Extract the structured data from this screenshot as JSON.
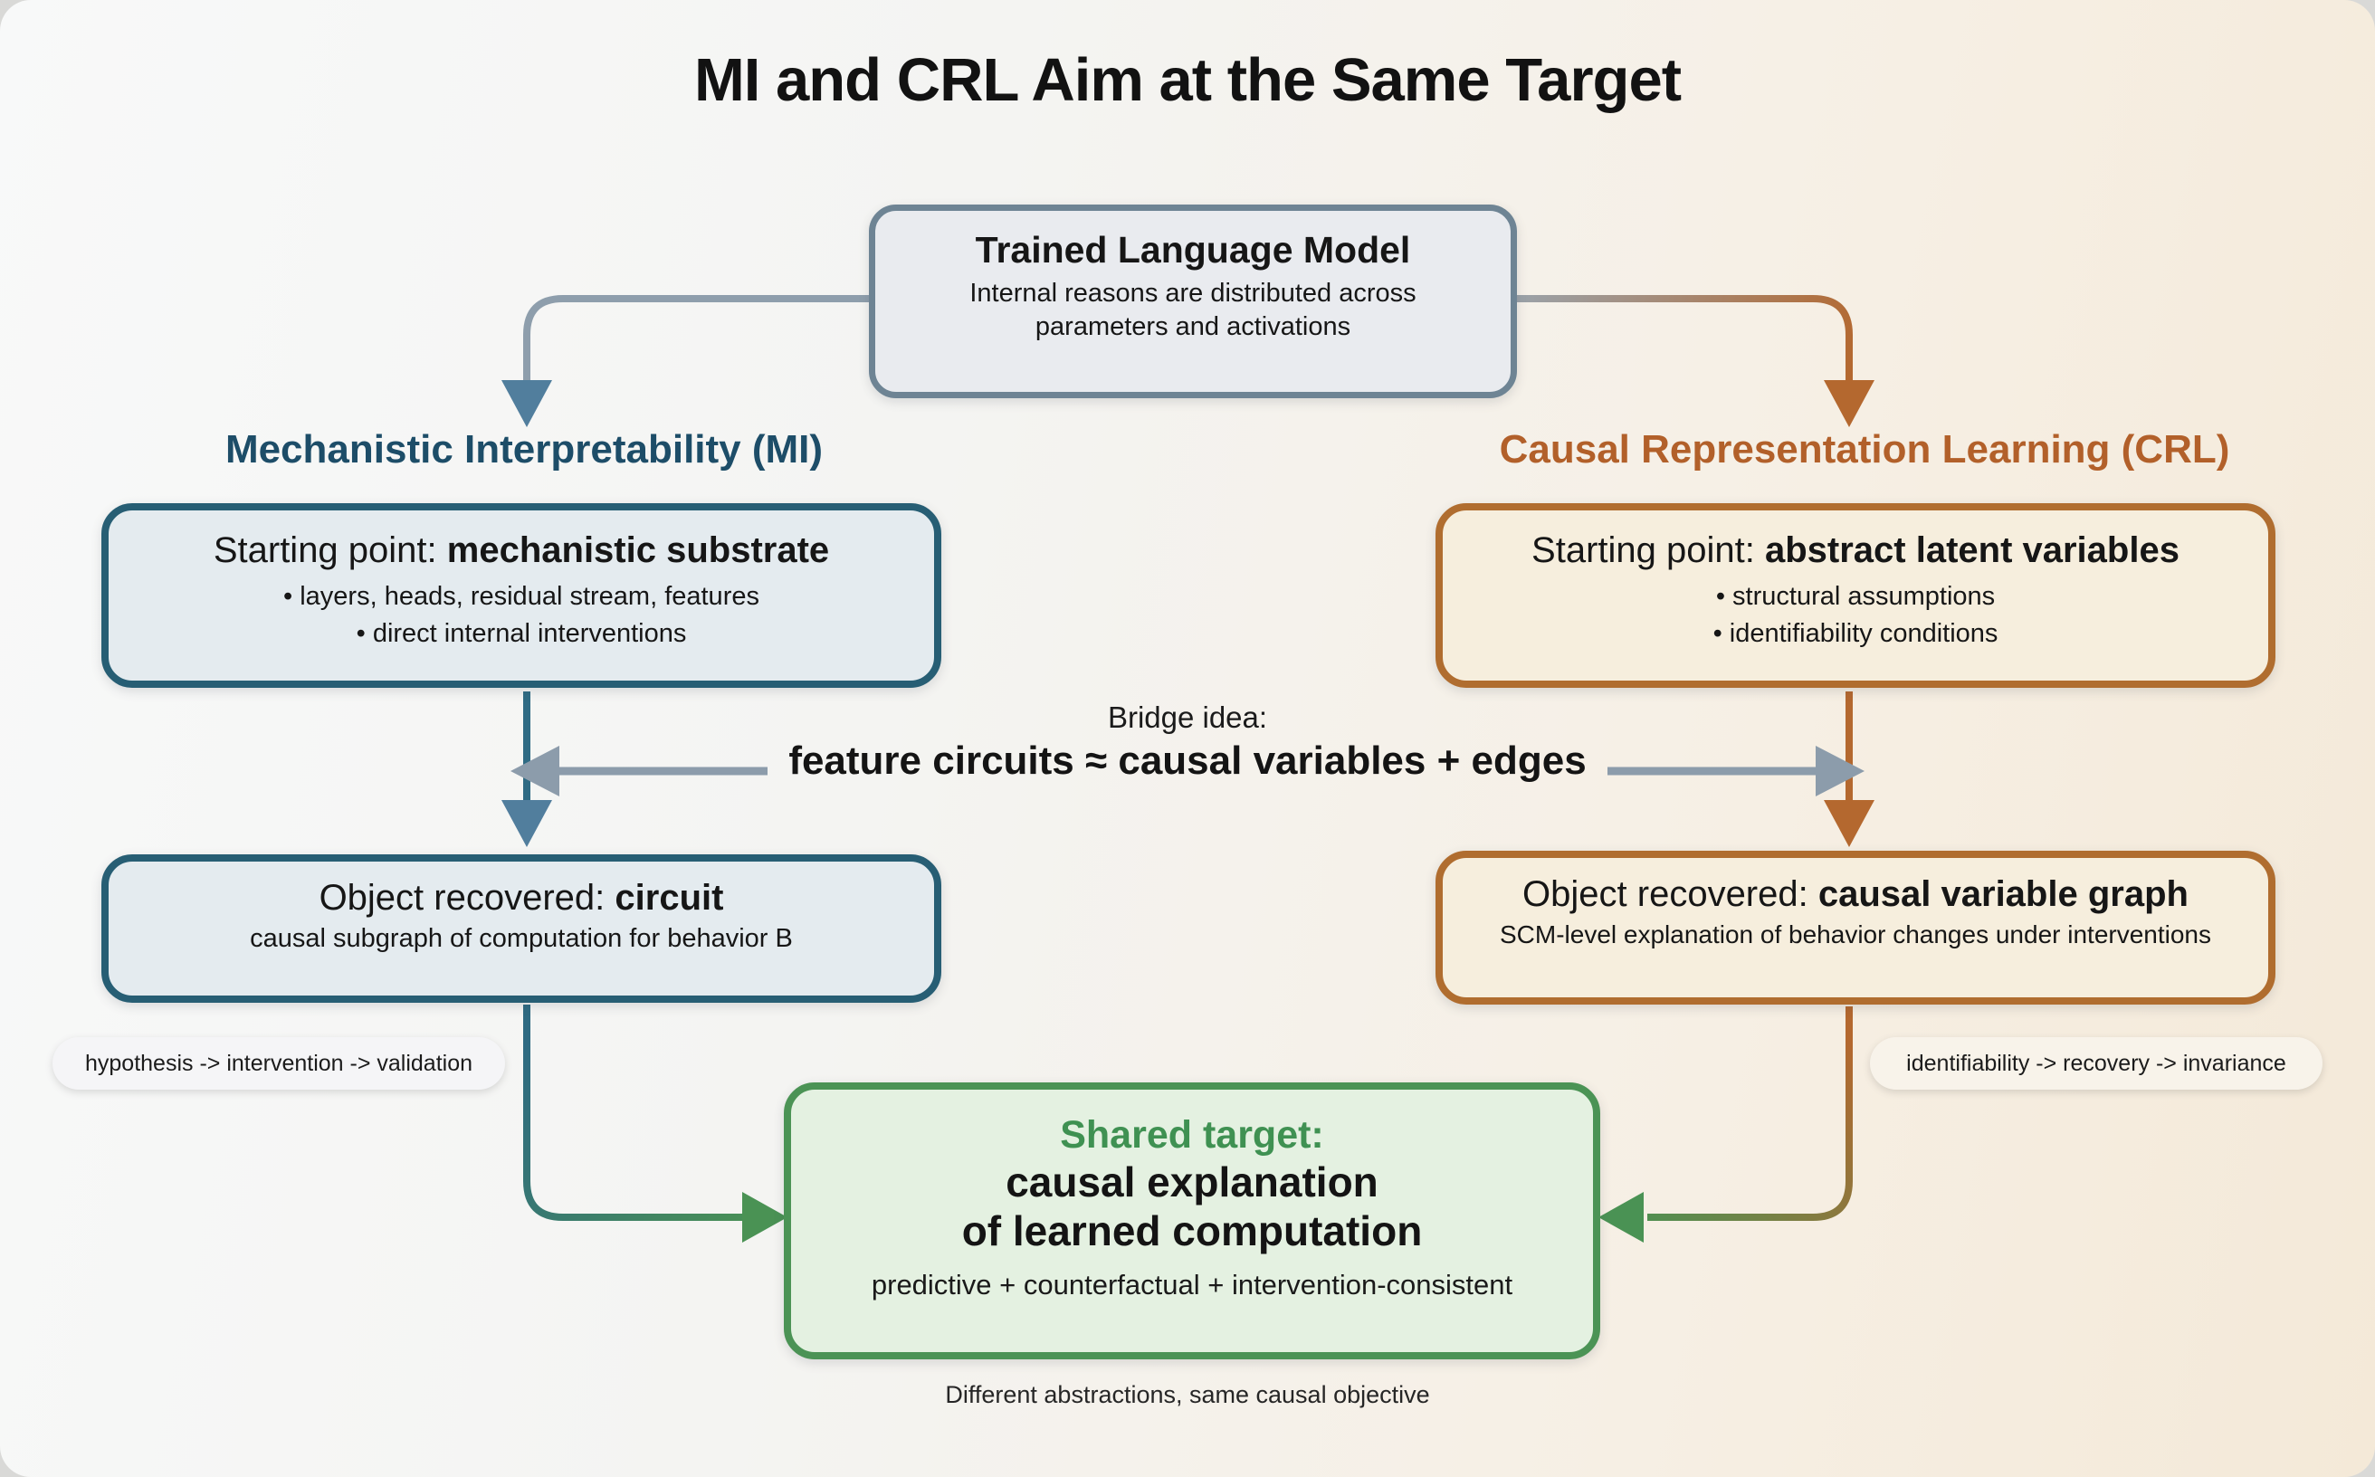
{
  "title": "MI and CRL Aim at the Same Target",
  "root_box": {
    "title": "Trained Language Model",
    "subtitle_line1": "Internal reasons are distributed across",
    "subtitle_line2": "parameters and activations"
  },
  "mi": {
    "heading": "Mechanistic Interpretability (MI)",
    "start_box": {
      "prefix": "Starting point: ",
      "emphasis": "mechanistic substrate",
      "bullets": [
        "layers, heads, residual stream, features",
        "direct internal interventions"
      ]
    },
    "object_box": {
      "prefix": "Object recovered: ",
      "emphasis": "circuit",
      "subtitle": "causal subgraph of computation for behavior B"
    },
    "pill": "hypothesis -> intervention -> validation"
  },
  "crl": {
    "heading": "Causal Representation Learning (CRL)",
    "start_box": {
      "prefix": "Starting point: ",
      "emphasis": "abstract latent variables",
      "bullets": [
        "structural assumptions",
        "identifiability conditions"
      ]
    },
    "object_box": {
      "prefix": "Object recovered: ",
      "emphasis": "causal variable graph",
      "subtitle": "SCM-level explanation of behavior changes under interventions"
    },
    "pill": "identifiability -> recovery -> invariance"
  },
  "bridge": {
    "label": "Bridge idea:",
    "formula": "feature circuits ≈ causal variables + edges"
  },
  "shared_box": {
    "heading": "Shared target:",
    "line1": "causal explanation",
    "line2": "of learned computation",
    "subtitle": "predictive + counterfactual + intervention-consistent"
  },
  "caption": "Different abstractions, same causal objective",
  "colors": {
    "background_left": "#f8f9f9",
    "background_right": "#f4e9d8",
    "root_border": "#6e8494",
    "root_fill": "#e9ebef",
    "mi_accent": "#1d4d68",
    "mi_border": "#275e74",
    "mi_fill": "#e4ebef",
    "crl_accent": "#b2602a",
    "crl_border": "#b06d2f",
    "crl_fill": "#f6eedd",
    "green_border": "#4b9355",
    "green_fill": "#e4f1e1",
    "green_text": "#3f9152",
    "arrow_gray": "#8c9cab",
    "arrow_steel_blue": "#517e9d",
    "arrow_teal": "#2e6a82",
    "arrow_orange": "#b4682f",
    "arrow_green": "#4a9254"
  }
}
